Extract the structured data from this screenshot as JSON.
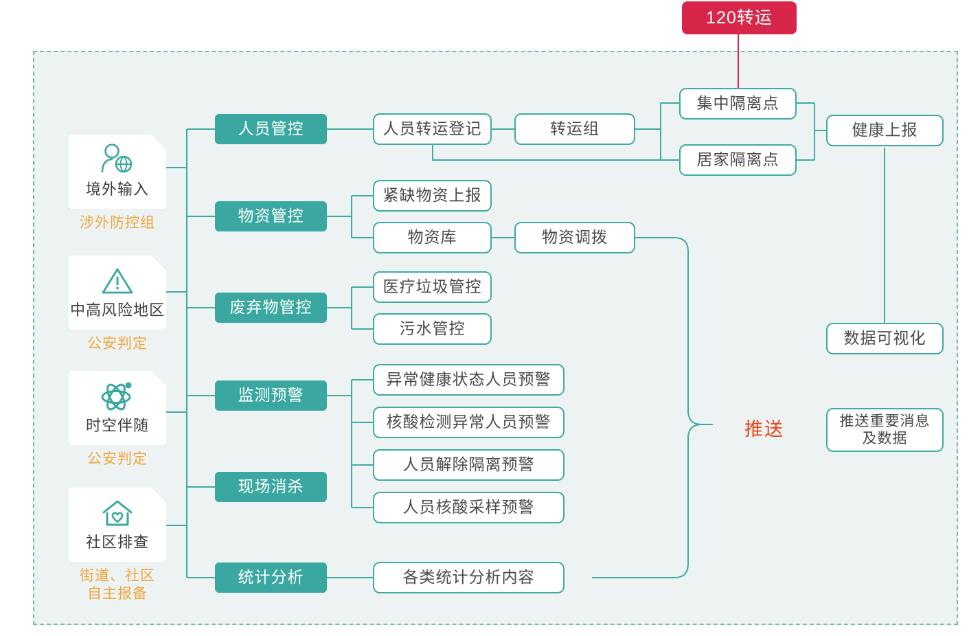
{
  "diagram": {
    "title_badge": {
      "label": "120转运",
      "color": "#d8254a"
    },
    "palette": {
      "teal": "#3aa8a0",
      "teal_border": "#41aaa2",
      "orange": "#f0a63c",
      "red": "#ef4418",
      "panel_bg": "#ecf3f2",
      "dashed_border": "#6cbdb5",
      "text": "#4a4a4a"
    },
    "sources": [
      {
        "label": "境外输入",
        "sub": "涉外防控组",
        "icon": "person-globe-icon"
      },
      {
        "label": "中高风险地区",
        "sub": "公安判定",
        "icon": "warning-triangle-icon"
      },
      {
        "label": "时空伴随",
        "sub": "公安判定",
        "icon": "atom-orbit-icon"
      },
      {
        "label": "社区排查",
        "sub": "街道、社区\n自主报备",
        "icon": "house-heart-icon"
      }
    ],
    "categories": [
      {
        "label": "人员管控"
      },
      {
        "label": "物资管控"
      },
      {
        "label": "废弃物管控"
      },
      {
        "label": "监测预警"
      },
      {
        "label": "现场消杀"
      },
      {
        "label": "统计分析"
      }
    ],
    "nodes": {
      "transfer_register": "人员转运登记",
      "transfer_group": "转运组",
      "central_quarantine": "集中隔离点",
      "home_quarantine": "居家隔离点",
      "health_report": "健康上报",
      "urgent_supply_report": "紧缺物资上报",
      "supply_warehouse": "物资库",
      "supply_allocation": "物资调拨",
      "medical_waste": "医疗垃圾管控",
      "sewage_control": "污水管控",
      "alert_abnormal_health": "异常健康状态人员预警",
      "alert_abnormal_pcr": "核酸检测异常人员预警",
      "alert_release_quarantine": "人员解除隔离预警",
      "alert_pcr_sampling": "人员核酸采样预警",
      "stat_contents": "各类统计分析内容",
      "data_visualization": "数据可视化",
      "push_important": "推送重要消息\n及数据"
    },
    "push_label": "推送"
  }
}
